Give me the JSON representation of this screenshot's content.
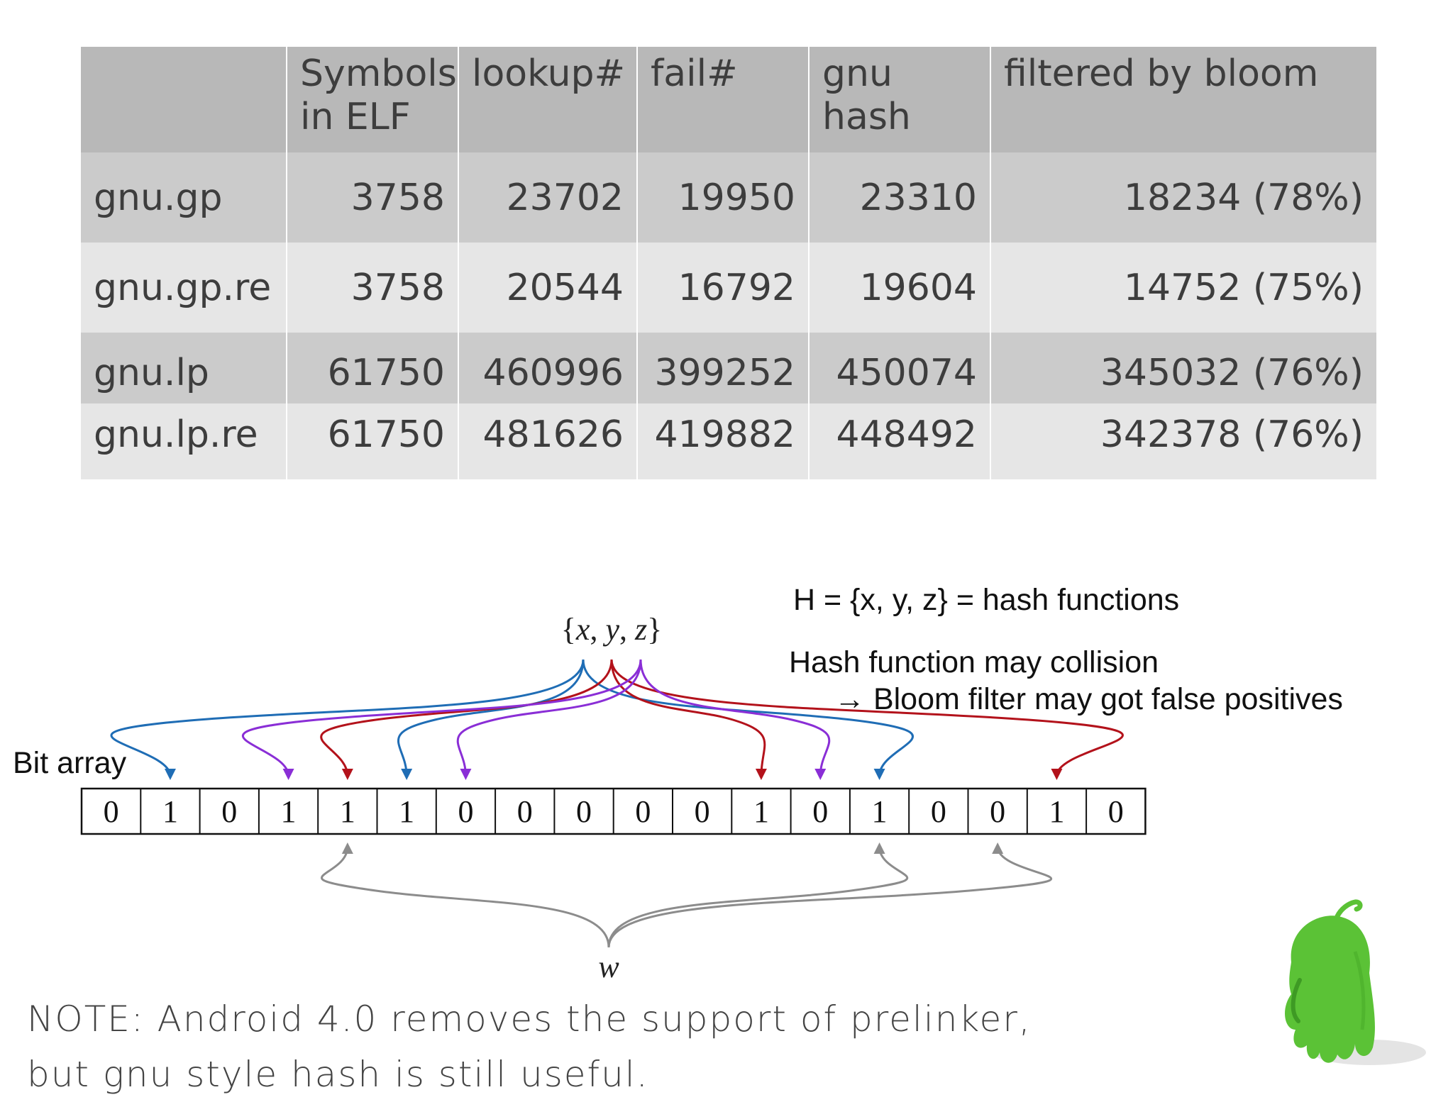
{
  "table": {
    "headers": [
      "",
      "Symbols in ELF",
      "lookup#",
      "fail#",
      "gnu hash",
      "filtered by bloom"
    ],
    "header_lines": {
      "symbols_1": "Symbols",
      "symbols_2": "in ELF"
    },
    "rows": [
      [
        "gnu.gp",
        "3758",
        "23702",
        "19950",
        "23310",
        "18234 (78%)"
      ],
      [
        "gnu.gp.re",
        "3758",
        "20544",
        "16792",
        "19604",
        "14752 (75%)"
      ],
      [
        "gnu.lp",
        "61750",
        "460996",
        "399252",
        "450074",
        "345032 (76%)"
      ],
      [
        "gnu.lp.re",
        "61750",
        "481626",
        "419882",
        "448492",
        "342378 (76%)"
      ]
    ]
  },
  "diagram": {
    "set_label": "{x, y, z}",
    "set_parts": {
      "open": "{",
      "x": "x",
      "y": "y",
      "z": "z",
      "close": "}",
      "comma": ", "
    },
    "element_label": "w",
    "bit_array_label": "Bit array",
    "bits": [
      "0",
      "1",
      "0",
      "1",
      "1",
      "1",
      "0",
      "0",
      "0",
      "0",
      "0",
      "1",
      "0",
      "1",
      "0",
      "0",
      "1",
      "0"
    ],
    "hash_def": "H = {x, y, z} = hash functions",
    "collision_line1": "Hash function may collision",
    "collision_line2": "→  Bloom filter may got false positives",
    "colors": {
      "x": "#1f6db5",
      "y": "#b3121b",
      "z": "#8a2ed6",
      "w": "#8c8c8c"
    },
    "arrows": {
      "x_targets": [
        1,
        5,
        13
      ],
      "y_targets": [
        4,
        11,
        16
      ],
      "z_targets": [
        3,
        6,
        12
      ],
      "w_targets": [
        4,
        13,
        15
      ]
    }
  },
  "note": {
    "line1": "NOTE: Android 4.0 removes the support of prelinker,",
    "line2": "but gnu style hash is still useful."
  },
  "mascot": {
    "icon": "android-droid-icon",
    "color": "#5bc236"
  }
}
